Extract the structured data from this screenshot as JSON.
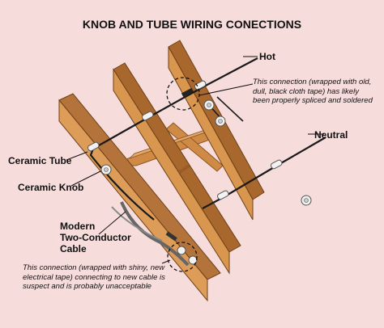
{
  "title": "KNOB AND TUBE WIRING CONECTIONS",
  "labels": {
    "hot": "Hot",
    "neutral": "Neutral",
    "ceramic_tube": "Ceramic Tube",
    "ceramic_knob": "Ceramic Knob",
    "cable_line1": "Modern",
    "cable_line2": "Two-Conductor",
    "cable_line3": "Cable"
  },
  "notes": {
    "top": [
      "This connection (wrapped with old,",
      "dull, black cloth tape) has likely",
      "been properly spliced and soldered"
    ],
    "bottom": [
      "This connection (wrapped with shiny, new",
      "electrical tape) connecting to new cable is",
      "suspect and is probably unacceptable"
    ]
  },
  "colors": {
    "background": "#f7dcdc",
    "wood": "#d9964e",
    "wood_dark": "#a8672c",
    "wire": "#1a1a1a",
    "ceramic": "#f2f2f2"
  }
}
